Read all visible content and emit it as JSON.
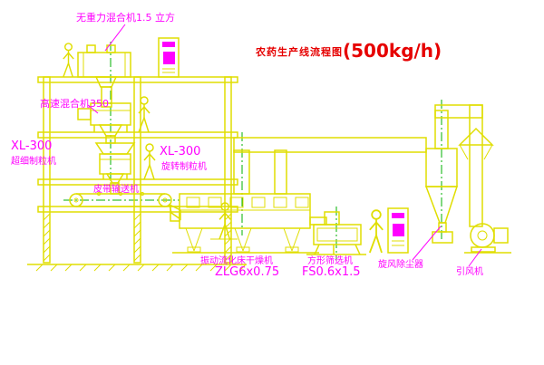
{
  "title": {
    "name": "农药生产线流程图",
    "capacity": "(500kg/h)"
  },
  "labels": {
    "top_mixer": "无重力混合机1.5 立方",
    "high_speed_mixer": "高速混合机350",
    "granulator_left_model": "XL-300",
    "granulator_left_name": "超细制粒机",
    "granulator_mid_model": "XL-300",
    "granulator_mid_name": "旋转制粒机",
    "belt_conveyor": "皮带输送机",
    "dryer_name": "振动流化床干燥机",
    "dryer_model": "ZLG6x0.75",
    "sieve_name": "方形筛选机",
    "sieve_model": "FS0.6x1.5",
    "cyclone": "旋风除尘器",
    "fan": "引风机"
  },
  "colors": {
    "background": "#ffffff",
    "equipment_line": "#e0de00",
    "label_text": "#ff00ff",
    "title_text": "#e60000",
    "centerline": "#00b000"
  }
}
